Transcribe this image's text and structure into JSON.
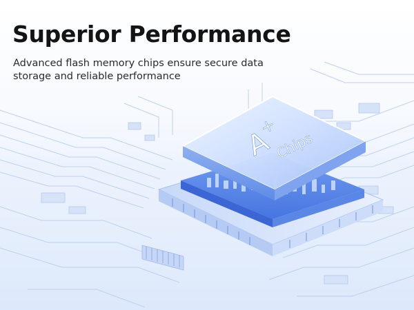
{
  "headline": "Superior Performance",
  "description": {
    "line1": "Advanced flash memory chips ensure secure data",
    "line2": "storage and reliable performance"
  },
  "chip": {
    "grade": "A",
    "grade_suffix": "+",
    "word": "Chips"
  },
  "colors": {
    "accent": "#4a79e8",
    "chip_top": "#cfe0ff",
    "trace": "#b9cdef",
    "text": "#141414"
  }
}
